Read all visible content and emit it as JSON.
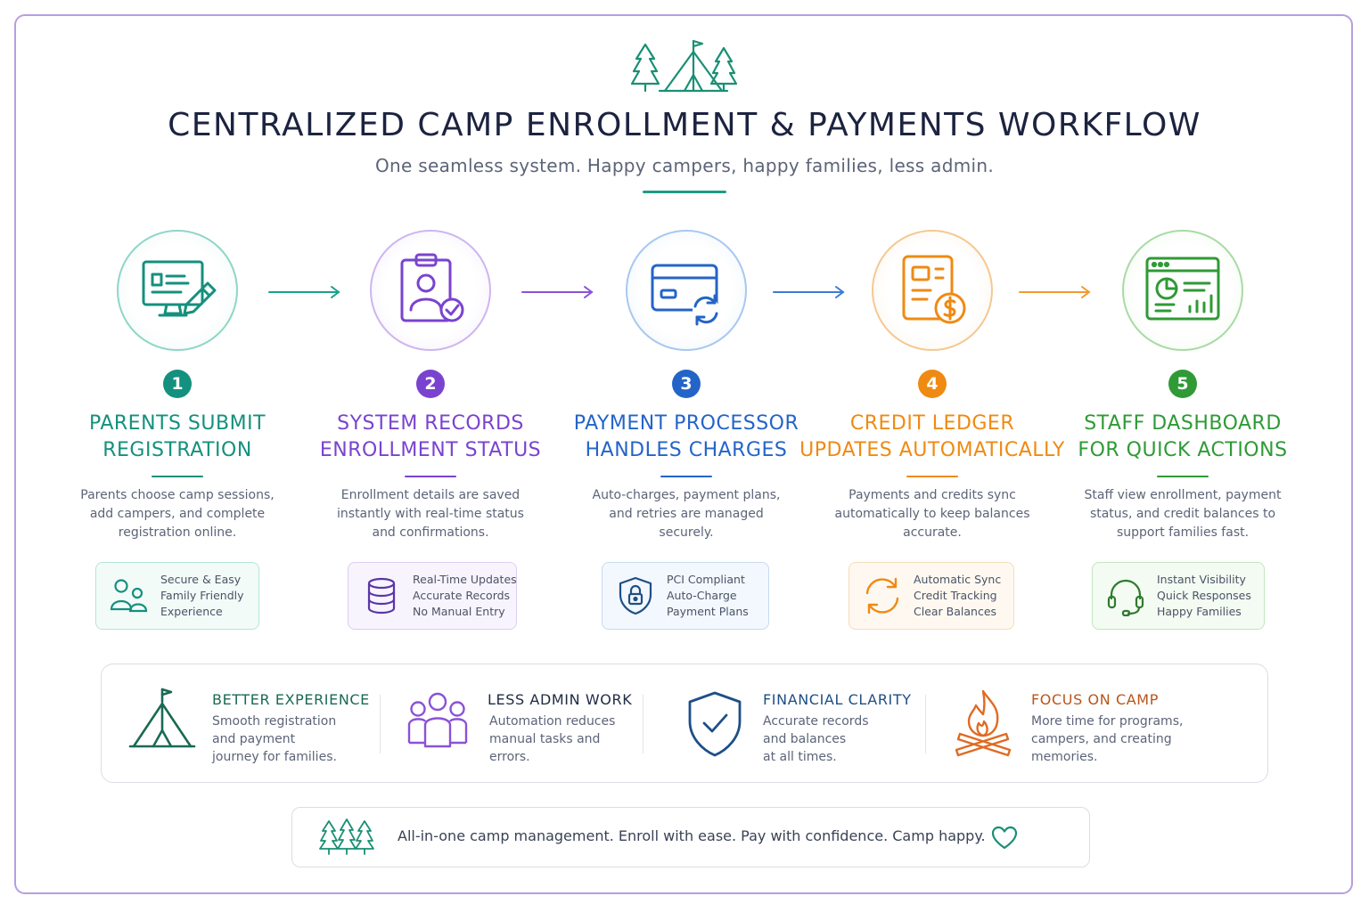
{
  "header": {
    "title": "CENTRALIZED CAMP ENROLLMENT & PAYMENTS WORKFLOW",
    "subtitle": "One seamless system. Happy campers, happy families, less admin."
  },
  "steps": [
    {
      "number": "1",
      "title": [
        "PARENTS SUBMIT",
        "REGISTRATION"
      ],
      "description": [
        "Parents choose camp sessions,",
        "add campers, and complete",
        "registration online."
      ],
      "feature_lines": [
        "Secure & Easy",
        "Family Friendly",
        "Experience"
      ],
      "icon": "computer-form-icon",
      "feature_icon": "family-icon",
      "color": "#14907e"
    },
    {
      "number": "2",
      "title": [
        "SYSTEM RECORDS",
        "ENROLLMENT STATUS"
      ],
      "description": [
        "Enrollment details are saved",
        "instantly with real-time status",
        "and confirmations."
      ],
      "feature_lines": [
        "Real-Time Updates",
        "Accurate Records",
        "No Manual Entry"
      ],
      "icon": "clipboard-check-icon",
      "feature_icon": "database-icon",
      "color": "#7a43cf"
    },
    {
      "number": "3",
      "title": [
        "PAYMENT PROCESSOR",
        "HANDLES CHARGES"
      ],
      "description": [
        "Auto-charges, payment plans,",
        "and retries are managed",
        "securely."
      ],
      "feature_lines": [
        "PCI Compliant",
        "Auto-Charge",
        "Payment Plans"
      ],
      "icon": "credit-card-sync-icon",
      "feature_icon": "shield-lock-icon",
      "color": "#2464c8"
    },
    {
      "number": "4",
      "title": [
        "CREDIT LEDGER",
        "UPDATES AUTOMATICALLY"
      ],
      "description": [
        "Payments and credits sync",
        "automatically to keep balances",
        "accurate."
      ],
      "feature_lines": [
        "Automatic Sync",
        "Credit Tracking",
        "Clear Balances"
      ],
      "icon": "ledger-dollar-icon",
      "feature_icon": "sync-icon",
      "color": "#ef8a12"
    },
    {
      "number": "5",
      "title": [
        "STAFF DASHBOARD",
        "FOR QUICK ACTIONS"
      ],
      "description": [
        "Staff view enrollment, payment",
        "status, and credit balances to",
        "support families fast."
      ],
      "feature_lines": [
        "Instant Visibility",
        "Quick Responses",
        "Happy Families"
      ],
      "icon": "dashboard-chart-icon",
      "feature_icon": "headset-icon",
      "color": "#2f9a36"
    }
  ],
  "benefits": [
    {
      "title": "BETTER EXPERIENCE",
      "description": [
        "Smooth registration",
        "and payment",
        "journey for families."
      ],
      "icon": "tent-icon",
      "color": "#1a6a54"
    },
    {
      "title": "LESS ADMIN WORK",
      "description": [
        "Automation reduces",
        "manual tasks and",
        "errors."
      ],
      "icon": "people-group-icon",
      "color": "#1f2a44"
    },
    {
      "title": "FINANCIAL CLARITY",
      "description": [
        "Accurate records",
        "and balances",
        "at all times."
      ],
      "icon": "shield-check-icon",
      "color": "#1e4f86"
    },
    {
      "title": "FOCUS ON CAMP",
      "description": [
        "More time for programs,",
        "campers, and creating",
        "memories."
      ],
      "icon": "campfire-icon",
      "color": "#b8551a"
    }
  ],
  "footer": {
    "text": "All-in-one camp management. Enroll with ease. Pay with confidence. Camp happy.",
    "left_icon": "trees-icon",
    "right_icon": "heart-icon"
  }
}
